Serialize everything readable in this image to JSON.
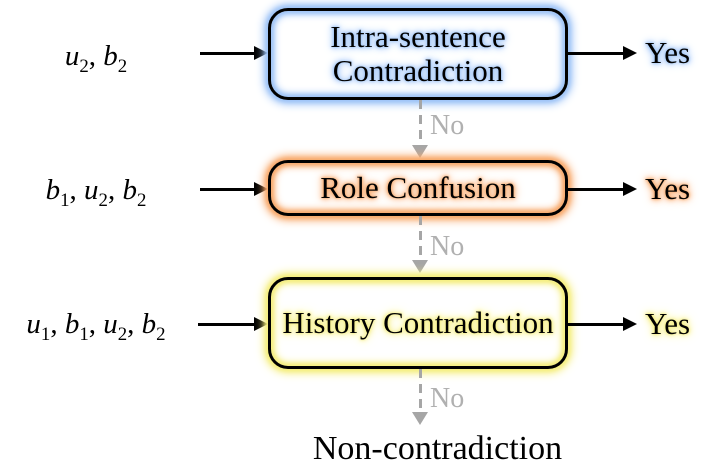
{
  "diagram_title": "contradiction-detection-flow",
  "colors": {
    "stage_glows": [
      "#9dc3f7",
      "#f8a96b",
      "#f5ee7d"
    ],
    "arrow": "#000000",
    "dashed_gray": "#a6a6a6",
    "gray_text": "#b0b0b0",
    "box_border": "#000000",
    "background": "#ffffff"
  },
  "stages": [
    {
      "input_tokens": [
        [
          "u",
          "2"
        ],
        [
          "b",
          "2"
        ]
      ],
      "label": "Intra-sentence Contradiction",
      "yes_label": "Yes",
      "glow_color": "#9dc3f7"
    },
    {
      "input_tokens": [
        [
          "b",
          "1"
        ],
        [
          "u",
          "2"
        ],
        [
          "b",
          "2"
        ]
      ],
      "label": "Role Confusion",
      "yes_label": "Yes",
      "glow_color": "#f8a96b"
    },
    {
      "input_tokens": [
        [
          "u",
          "1"
        ],
        [
          "b",
          "1"
        ],
        [
          "u",
          "2"
        ],
        [
          "b",
          "2"
        ]
      ],
      "label": "History Contradiction",
      "yes_label": "Yes",
      "glow_color": "#f5ee7d"
    }
  ],
  "connectors": [
    {
      "label": "No"
    },
    {
      "label": "No"
    },
    {
      "label": "No"
    }
  ],
  "final_label": "Non-contradiction"
}
